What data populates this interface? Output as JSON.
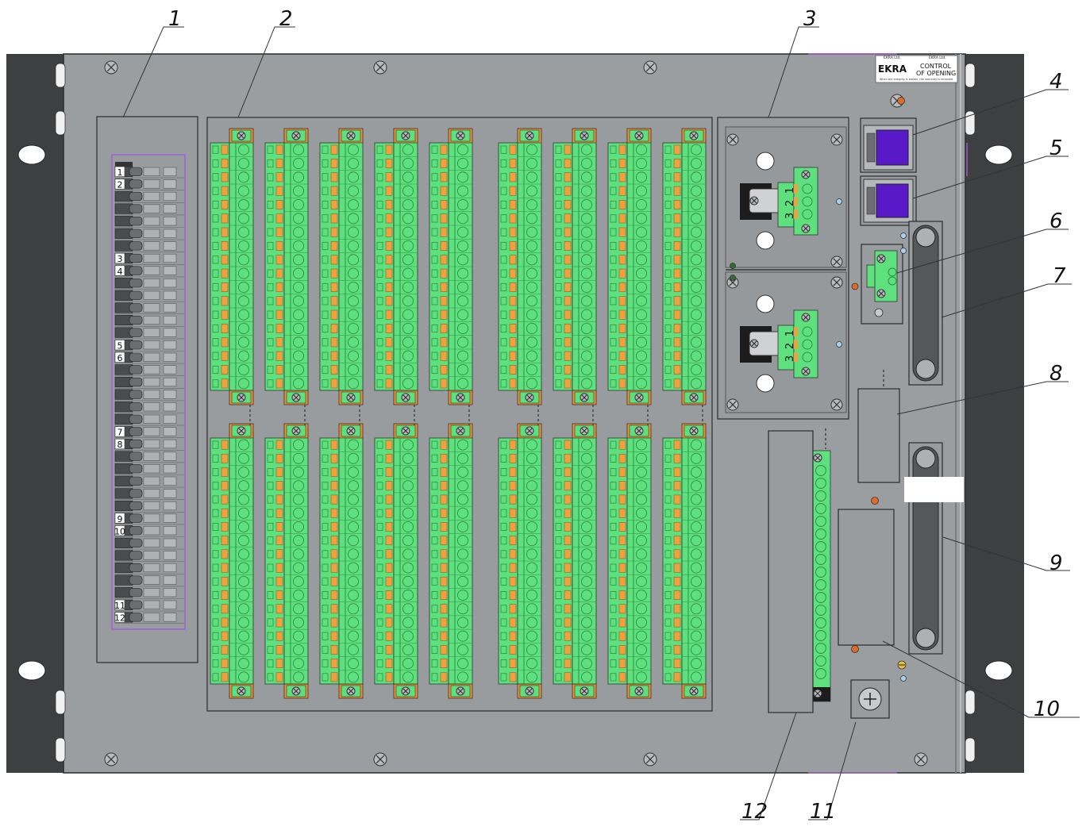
{
  "callouts": [
    "1",
    "2",
    "3",
    "4",
    "5",
    "6",
    "7",
    "8",
    "9",
    "10",
    "11",
    "12"
  ],
  "left_block_numbers": [
    "1",
    "2",
    "3",
    "4",
    "5",
    "6",
    "7",
    "8",
    "9",
    "10",
    "11",
    "12"
  ],
  "connector_pin_numbers": [
    "1",
    "2",
    "3"
  ],
  "seal": {
    "company_small": "EKRA Ltd.",
    "logo": "EKRA",
    "line1": "CONTROL",
    "line2": "OF OPENING",
    "warning": "When the integrity is broken, the warranty is removed"
  },
  "colors": {
    "panel": "#9b9ea1",
    "panel_dark": "#8a8d90",
    "rack": "#3e3f41",
    "terminal_green": "#5fe07e",
    "terminal_dark": "#2f8f46",
    "port_purple": "#5a19c8",
    "outline": "#2b2b2b"
  },
  "icons": [
    "screw-icon",
    "rj45-port-icon",
    "ground-screw-icon",
    "led-icon"
  ]
}
